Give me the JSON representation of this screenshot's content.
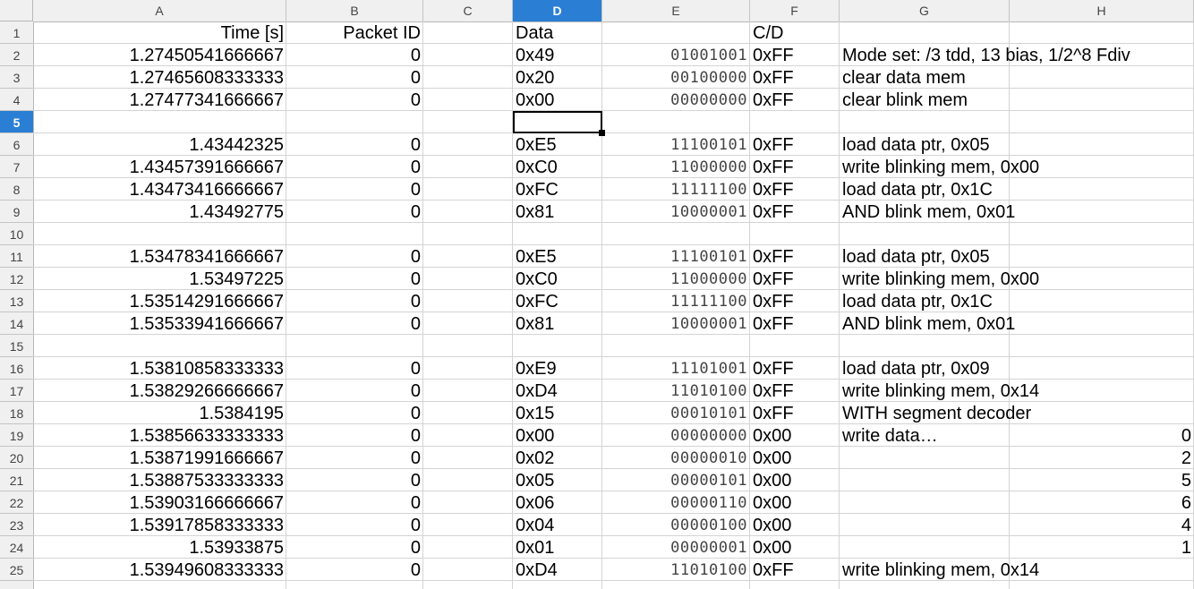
{
  "column_headers": [
    "A",
    "B",
    "C",
    "D",
    "E",
    "F",
    "G",
    "H"
  ],
  "active_column": "D",
  "active_row": "5",
  "row_headers": [
    "1",
    "2",
    "3",
    "4",
    "5",
    "6",
    "7",
    "8",
    "9",
    "10",
    "11",
    "12",
    "13",
    "14",
    "15",
    "16",
    "17",
    "18",
    "19",
    "20",
    "21",
    "22",
    "23",
    "24",
    "25"
  ],
  "rows": [
    {
      "A": "Time [s]",
      "B": "Packet ID",
      "C": "",
      "D": "Data",
      "E": "",
      "F": "C/D",
      "G": "",
      "H": ""
    },
    {
      "A": "1.27450541666667",
      "B": "0",
      "C": "",
      "D": "0x49",
      "E": "01001001",
      "F": "0xFF",
      "G": "Mode set: /3 tdd, 13 bias, 1/2^8 Fdiv",
      "H": ""
    },
    {
      "A": "1.27465608333333",
      "B": "0",
      "C": "",
      "D": "0x20",
      "E": "00100000",
      "F": "0xFF",
      "G": "clear data mem",
      "H": ""
    },
    {
      "A": "1.27477341666667",
      "B": "0",
      "C": "",
      "D": "0x00",
      "E": "00000000",
      "F": "0xFF",
      "G": "clear blink mem",
      "H": ""
    },
    {
      "A": "",
      "B": "",
      "C": "",
      "D": "",
      "E": "",
      "F": "",
      "G": "",
      "H": ""
    },
    {
      "A": "1.43442325",
      "B": "0",
      "C": "",
      "D": "0xE5",
      "E": "11100101",
      "F": "0xFF",
      "G": "load data ptr, 0x05",
      "H": ""
    },
    {
      "A": "1.43457391666667",
      "B": "0",
      "C": "",
      "D": "0xC0",
      "E": "11000000",
      "F": "0xFF",
      "G": "write blinking mem, 0x00",
      "H": ""
    },
    {
      "A": "1.43473416666667",
      "B": "0",
      "C": "",
      "D": "0xFC",
      "E": "11111100",
      "F": "0xFF",
      "G": "load data ptr, 0x1C",
      "H": ""
    },
    {
      "A": "1.43492775",
      "B": "0",
      "C": "",
      "D": "0x81",
      "E": "10000001",
      "F": "0xFF",
      "G": "AND blink mem, 0x01",
      "H": ""
    },
    {
      "A": "",
      "B": "",
      "C": "",
      "D": "",
      "E": "",
      "F": "",
      "G": "",
      "H": ""
    },
    {
      "A": "1.53478341666667",
      "B": "0",
      "C": "",
      "D": "0xE5",
      "E": "11100101",
      "F": "0xFF",
      "G": "load data ptr, 0x05",
      "H": ""
    },
    {
      "A": "1.53497225",
      "B": "0",
      "C": "",
      "D": "0xC0",
      "E": "11000000",
      "F": "0xFF",
      "G": "write blinking mem, 0x00",
      "H": ""
    },
    {
      "A": "1.53514291666667",
      "B": "0",
      "C": "",
      "D": "0xFC",
      "E": "11111100",
      "F": "0xFF",
      "G": "load data ptr, 0x1C",
      "H": ""
    },
    {
      "A": "1.53533941666667",
      "B": "0",
      "C": "",
      "D": "0x81",
      "E": "10000001",
      "F": "0xFF",
      "G": "AND blink mem, 0x01",
      "H": ""
    },
    {
      "A": "",
      "B": "",
      "C": "",
      "D": "",
      "E": "",
      "F": "",
      "G": "",
      "H": ""
    },
    {
      "A": "1.53810858333333",
      "B": "0",
      "C": "",
      "D": "0xE9",
      "E": "11101001",
      "F": "0xFF",
      "G": "load data ptr, 0x09",
      "H": ""
    },
    {
      "A": "1.53829266666667",
      "B": "0",
      "C": "",
      "D": "0xD4",
      "E": "11010100",
      "F": "0xFF",
      "G": "write blinking mem, 0x14",
      "H": ""
    },
    {
      "A": "1.5384195",
      "B": "0",
      "C": "",
      "D": "0x15",
      "E": "00010101",
      "F": "0xFF",
      "G": "WITH segment decoder",
      "H": ""
    },
    {
      "A": "1.53856633333333",
      "B": "0",
      "C": "",
      "D": "0x00",
      "E": "00000000",
      "F": "0x00",
      "G": "write data…",
      "H": "0"
    },
    {
      "A": "1.53871991666667",
      "B": "0",
      "C": "",
      "D": "0x02",
      "E": "00000010",
      "F": "0x00",
      "G": "",
      "H": "2"
    },
    {
      "A": "1.53887533333333",
      "B": "0",
      "C": "",
      "D": "0x05",
      "E": "00000101",
      "F": "0x00",
      "G": "",
      "H": "5"
    },
    {
      "A": "1.53903166666667",
      "B": "0",
      "C": "",
      "D": "0x06",
      "E": "00000110",
      "F": "0x00",
      "G": "",
      "H": "6"
    },
    {
      "A": "1.53917858333333",
      "B": "0",
      "C": "",
      "D": "0x04",
      "E": "00000100",
      "F": "0x00",
      "G": "",
      "H": "4"
    },
    {
      "A": "1.53933875",
      "B": "0",
      "C": "",
      "D": "0x01",
      "E": "00000001",
      "F": "0x00",
      "G": "",
      "H": "1"
    },
    {
      "A": "1.53949608333333",
      "B": "0",
      "C": "",
      "D": "0xD4",
      "E": "11010100",
      "F": "0xFF",
      "G": "write blinking mem, 0x14",
      "H": ""
    }
  ]
}
